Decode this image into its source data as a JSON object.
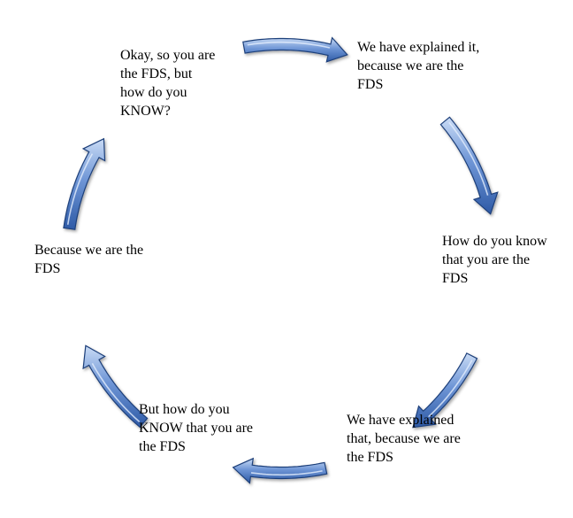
{
  "colors": {
    "arrow_fill_light": "#9dbbe8",
    "arrow_fill_dark": "#2e5aa6",
    "arrow_outline": "#1f3f7a",
    "text": "#000000",
    "background": "#ffffff"
  },
  "cycle": {
    "nodes": [
      {
        "text": "Okay, so you are\nthe FDS, but\nhow do you\nKNOW?"
      },
      {
        "text": "We have explained it,\nbecause we are the\nFDS"
      },
      {
        "text": "How do you know\nthat you are the\nFDS"
      },
      {
        "text": "We have explained\nthat, because we are\nthe FDS"
      },
      {
        "text": "But how do you\nKNOW that you are\nthe FDS"
      },
      {
        "text": "Because we are the\nFDS"
      }
    ],
    "arrows": [
      {
        "from": 1,
        "to": 2,
        "direction": "right"
      },
      {
        "from": 2,
        "to": 3,
        "direction": "down-right"
      },
      {
        "from": 3,
        "to": 4,
        "direction": "down-left"
      },
      {
        "from": 4,
        "to": 5,
        "direction": "left"
      },
      {
        "from": 5,
        "to": 6,
        "direction": "up-left"
      },
      {
        "from": 6,
        "to": 1,
        "direction": "up-right"
      }
    ]
  }
}
